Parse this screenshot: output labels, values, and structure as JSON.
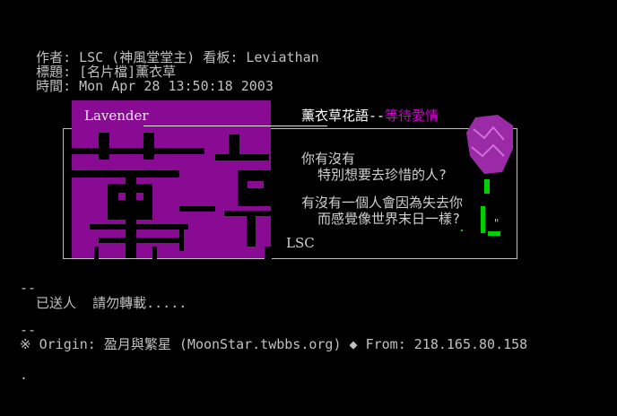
{
  "header": {
    "author_label": "作者: ",
    "author": "LSC (神風堂堂主) 看板: Leviathan",
    "title_label": "標題: ",
    "title": "[名片檔]薰衣草",
    "time_label": "時間: ",
    "time": "Mon Apr 28 13:50:18 2003"
  },
  "art": {
    "box_title": "Lavender",
    "right_title_main": "薰衣草花語--",
    "right_title_hl": "等待愛情",
    "poem_lines": [
      "你有沒有",
      "  特別想要去珍惜的人?",
      "有沒有一個人會因為失去你",
      "  而感覺像世界末日一樣?"
    ],
    "signature": "LSC",
    "quote_mark": "\"",
    "colors": {
      "purple": "#8a0b93",
      "flower": "#9b2aa6",
      "stem": "#00d000",
      "highlight": "#d000d0"
    }
  },
  "footer": {
    "sep1": "--",
    "note": "  已送人  請勿轉載.....",
    "sep2": "--",
    "origin": "※ Origin: 盈月與繁星 (MoonStar.twbbs.org) ◆ From: 218.165.80.158",
    "dot": "."
  }
}
